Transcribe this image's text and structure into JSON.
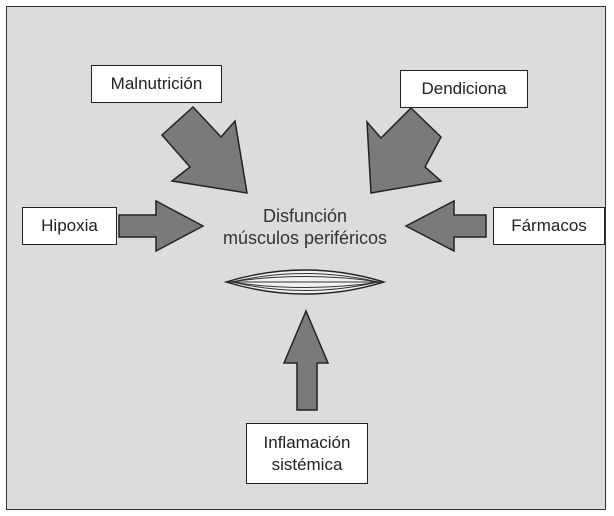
{
  "diagram": {
    "center": {
      "line1": "Disfunción",
      "line2": "músculos periféricos"
    },
    "boxes": {
      "malnutricion": "Malnutrición",
      "dendiciona": "Dendiciona",
      "hipoxia": "Hipoxia",
      "farmacos": "Fármacos",
      "inflamacion_line1": "Inflamación",
      "inflamacion_line2": "sistémica"
    },
    "colors": {
      "background": "#dcdcdc",
      "arrow": "#7a7a7a",
      "box": "#ffffff",
      "border": "#222222"
    },
    "icons": {
      "muscle": "muscle-fiber-icon"
    }
  }
}
